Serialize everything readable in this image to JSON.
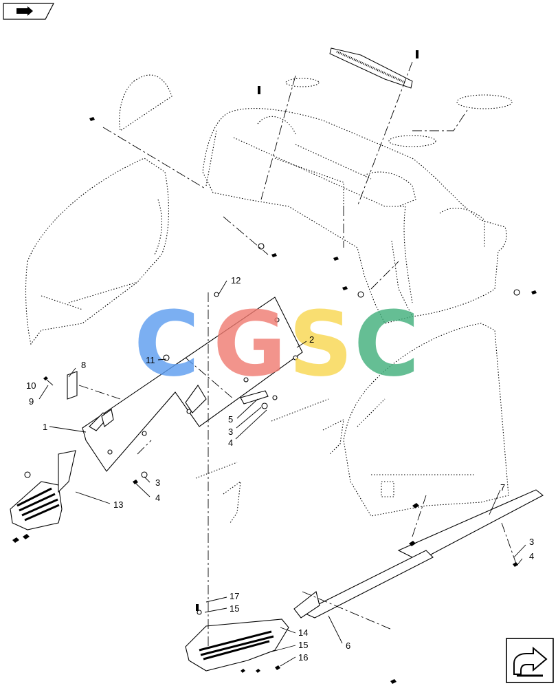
{
  "callouts": {
    "c1": "1",
    "c2": "2",
    "c3a": "3",
    "c3b": "3",
    "c3c": "3",
    "c4a": "4",
    "c4b": "4",
    "c4c": "4",
    "c5": "5",
    "c6": "6",
    "c7": "7",
    "c8": "8",
    "c9": "9",
    "c10": "10",
    "c11": "11",
    "c12": "12",
    "c13": "13",
    "c14": "14",
    "c15a": "15",
    "c15b": "15",
    "c16": "16",
    "c17": "17"
  },
  "watermark": {
    "letters": [
      "C",
      "G",
      "S",
      "C"
    ],
    "colors": [
      "#5b9cf0",
      "#f07a70",
      "#f8d64e",
      "#3fae7a"
    ]
  },
  "icons": {
    "top_left": "book-arrow-icon",
    "bottom_right": "next-page-arrow-icon"
  },
  "colors": {
    "line": "#000000",
    "background": "#ffffff"
  }
}
